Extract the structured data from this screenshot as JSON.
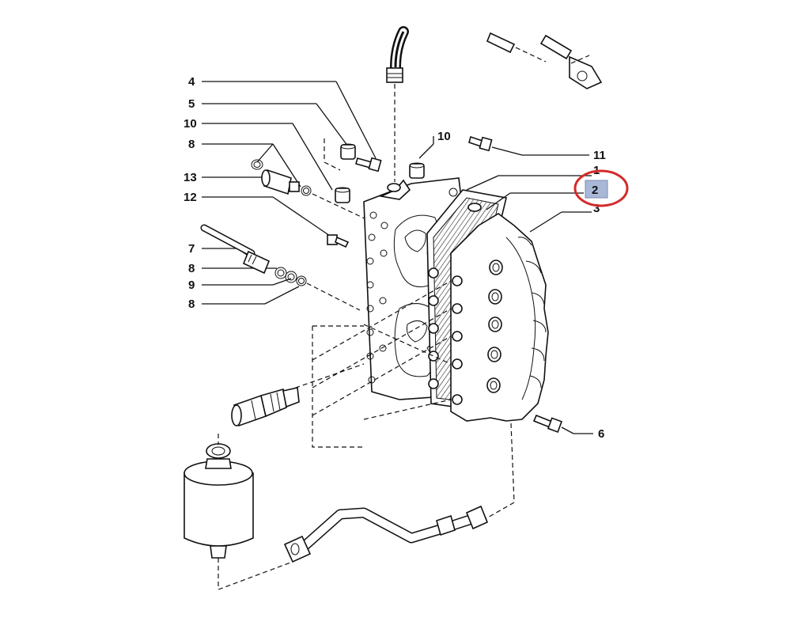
{
  "diagram": {
    "callouts": [
      {
        "id": "c4",
        "text": "4"
      },
      {
        "id": "c5",
        "text": "5"
      },
      {
        "id": "c10a",
        "text": "10"
      },
      {
        "id": "c8a",
        "text": "8"
      },
      {
        "id": "c13",
        "text": "13"
      },
      {
        "id": "c12",
        "text": "12"
      },
      {
        "id": "c7",
        "text": "7"
      },
      {
        "id": "c8b",
        "text": "8"
      },
      {
        "id": "c9",
        "text": "9"
      },
      {
        "id": "c8c",
        "text": "8"
      },
      {
        "id": "c10b",
        "text": "10"
      },
      {
        "id": "c11",
        "text": "11"
      },
      {
        "id": "c1",
        "text": "1"
      },
      {
        "id": "c2",
        "text": "2"
      },
      {
        "id": "c3",
        "text": "3"
      },
      {
        "id": "c6",
        "text": "6"
      }
    ],
    "highlight": {
      "callout": "2",
      "ring_color": "#d42a2a",
      "box_color": "#aab8d8"
    }
  }
}
